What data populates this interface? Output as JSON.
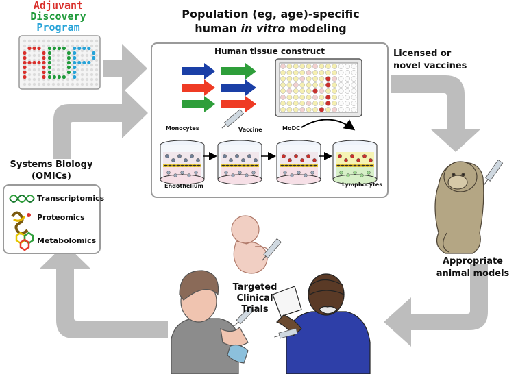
{
  "adp": {
    "line1": "Adjuvant",
    "line2": "Discovery",
    "line3": "Program",
    "letters": [
      "A",
      "D",
      "P"
    ],
    "colors": {
      "red": "#d9302c",
      "green": "#1f9a3a",
      "blue": "#27a3d8"
    }
  },
  "title": {
    "line1": "Population (eg, age)-specific",
    "line2_pre": "human ",
    "line2_italic": "in vitro",
    "line2_post": " modeling"
  },
  "construct": {
    "title": "Human tissue construct",
    "labels": {
      "monocytes": "Monocytes",
      "vaccine": "Vaccine",
      "modc": "MoDC",
      "endothelium": "Endothelium",
      "lymphocytes": "Lymphocytes"
    }
  },
  "vaccines": {
    "line1": "Licensed or",
    "line2": "novel vaccines"
  },
  "systems": {
    "line1": "Systems Biology",
    "line2": "(OMICs)",
    "items": [
      "Transcriptomics",
      "Proteomics",
      "Metabolomics"
    ]
  },
  "animal": {
    "line1": "Appropriate",
    "line2": "animal models"
  },
  "trials": {
    "line1": "Targeted",
    "line2": "Clinical",
    "line3": "Trials"
  },
  "colors": {
    "arrow_gray": "#bdbdbd",
    "box_border": "#9a9a9a",
    "arrow_blue": "#1a3fa6",
    "arrow_red": "#ef3b24",
    "arrow_green": "#2e9e3a"
  }
}
